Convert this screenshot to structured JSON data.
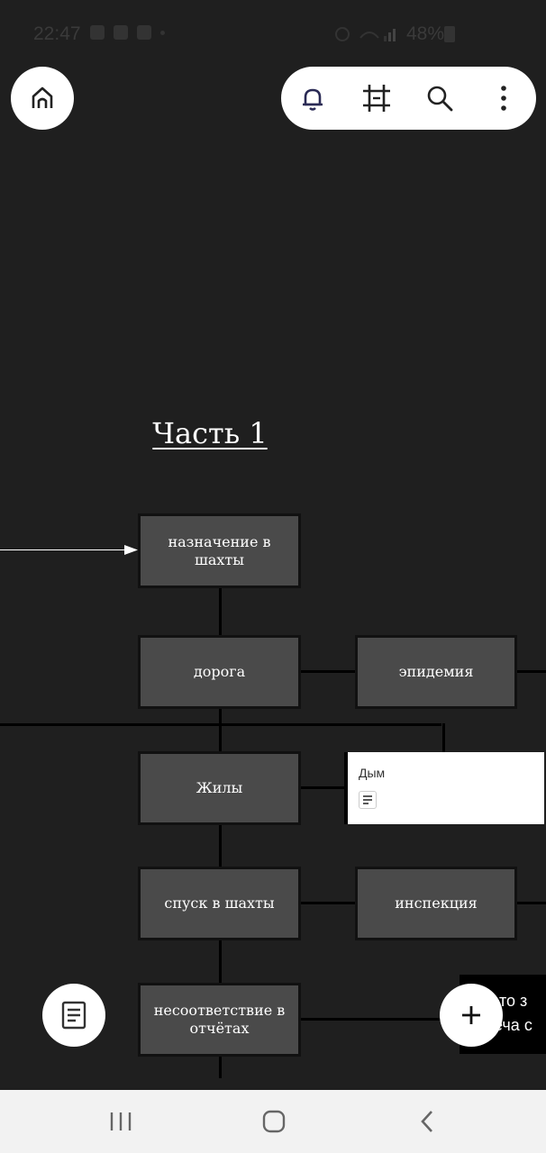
{
  "status_bar": {
    "time": "22:47",
    "battery": "48%"
  },
  "toolbar": {
    "home_icon": "home-icon",
    "icons": [
      "bell-icon",
      "crop-frame-icon",
      "search-icon",
      "more-vert-icon"
    ]
  },
  "canvas": {
    "title": "Часть 1",
    "nodes": {
      "assignment": "назначение в шахты",
      "road": "дорога",
      "epidemic": "эпидемия",
      "veins": "Жилы",
      "descent": "спуск в шахты",
      "inspection": "инспекция",
      "mismatch": "несоответствие в отчётах"
    },
    "card": {
      "title": "Дым",
      "icon": "notes-icon"
    },
    "preview": {
      "line1": "е-то з",
      "line2": "реча с"
    }
  },
  "fabs": {
    "notes_icon": "document-icon",
    "add_icon": "plus-icon"
  },
  "navbar": {
    "icons": [
      "recents-icon",
      "home-circle-icon",
      "back-icon"
    ]
  },
  "colors": {
    "canvas_bg": "#1f1f1f",
    "node_bg": "#4a4a4a",
    "card_bg": "#ffffff"
  }
}
